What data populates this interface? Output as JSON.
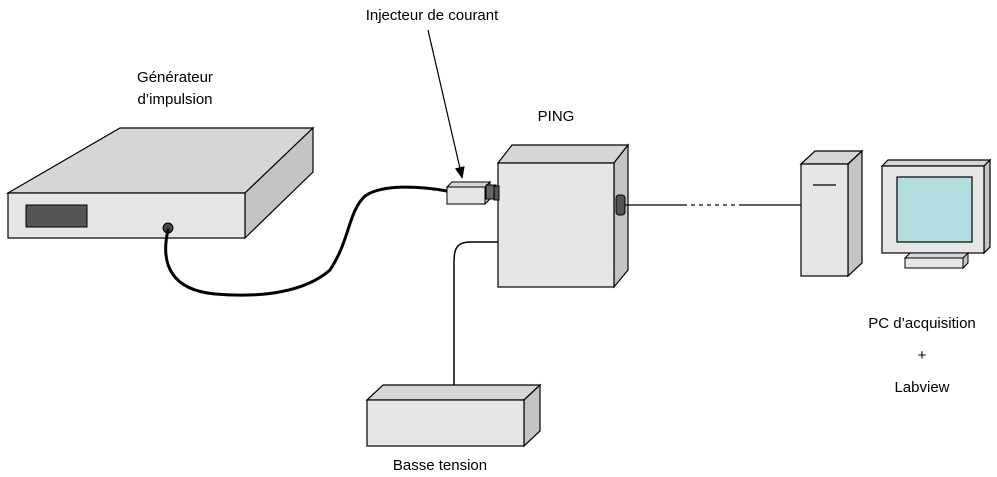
{
  "labels": {
    "injecteur": "Injecteur de courant",
    "generateur_line1": "Générateur",
    "generateur_line2": "d’impulsion",
    "ping": "PING",
    "pc_line1": "PC d’acquisition",
    "pc_plus": "+",
    "pc_line3": "Labview",
    "basse_tension": "Basse tension"
  },
  "colors": {
    "box_front": "#e6e6e6",
    "box_top": "#d6d6d6",
    "box_side": "#c4c4c4",
    "display_panel": "#555555",
    "screen": "#b2dde0",
    "stroke": "#000000"
  }
}
